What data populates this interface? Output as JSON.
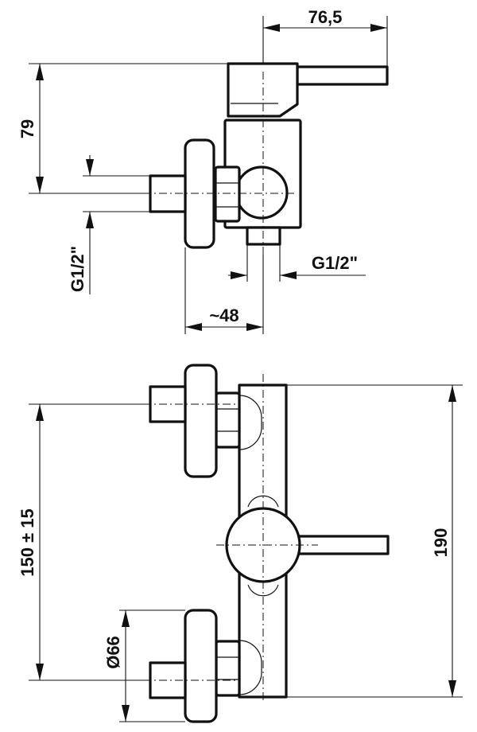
{
  "dimensions": {
    "top_width": "76,5",
    "top_height": "79",
    "inlet_thread_left": "G1/2\"",
    "outlet_thread_bottom": "G1/2\"",
    "depth": "~48",
    "inlet_spacing": "150 ± 15",
    "overall_height": "190",
    "flange_diameter": "Ø66"
  }
}
